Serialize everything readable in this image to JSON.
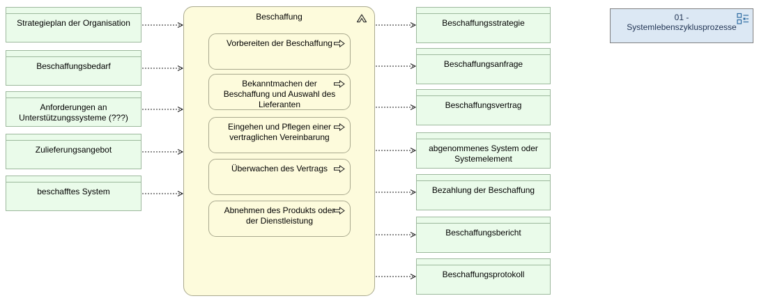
{
  "colors": {
    "canvas_bg": "#ffffff",
    "io_fill": "#eafbea",
    "io_border": "#9cb89c",
    "process_fill": "#fdfbdc",
    "process_border": "#a9a98e",
    "reference_fill": "#dce8f4",
    "reference_border": "#808080",
    "reference_text": "#1f3252",
    "reference_icon": "#2d6ca2",
    "connector": "#1a1a1a"
  },
  "icons": {
    "chevron": "chevron-up-icon",
    "step": "process-arrow-icon",
    "reference": "diagram-view-icon"
  },
  "inputs": [
    {
      "label": "Strategieplan der Organisation"
    },
    {
      "label": "Beschaffungsbedarf"
    },
    {
      "label": "Anforderungen an Unterstützungssysteme (???)",
      "lines": [
        "Anforderungen an",
        "Unterstützungssysteme (???)"
      ]
    },
    {
      "label": "Zulieferungsangebot"
    },
    {
      "label": "beschafftes System"
    }
  ],
  "process_group": {
    "title": "Beschaffung",
    "steps": [
      {
        "label": "Vorbereiten der Beschaffung"
      },
      {
        "label": "Bekanntmachen der Beschaffung und Auswahl des Lieferanten",
        "lines": [
          "Bekanntmachen der",
          "Beschaffung und Auswahl des",
          "Lieferanten"
        ]
      },
      {
        "label": "Eingehen und Pflegen einer vertraglichen Vereinbarung",
        "lines": [
          "Eingehen und Pflegen einer",
          "vertraglichen Vereinbarung"
        ]
      },
      {
        "label": "Überwachen des Vertrags"
      },
      {
        "label": "Abnehmen des Produkts oder der Dienstleistung",
        "lines": [
          "Abnehmen des Produkts oder",
          "der Dienstleistung"
        ]
      }
    ]
  },
  "outputs": [
    {
      "label": "Beschaffungsstrategie"
    },
    {
      "label": "Beschaffungsanfrage"
    },
    {
      "label": "Beschaffungsvertrag"
    },
    {
      "label": "abgenommenes System oder Systemelement",
      "lines": [
        "abgenommenes System oder",
        "Systemelement"
      ]
    },
    {
      "label": "Bezahlung der Beschaffung"
    },
    {
      "label": "Beschaffungsbericht"
    },
    {
      "label": "Beschaffungsprotokoll"
    }
  ],
  "reference_box": {
    "label": "01 - Systemlebenszyklusprozesse",
    "lines": [
      "01 -",
      "Systemlebenszyklusprozesse"
    ]
  }
}
